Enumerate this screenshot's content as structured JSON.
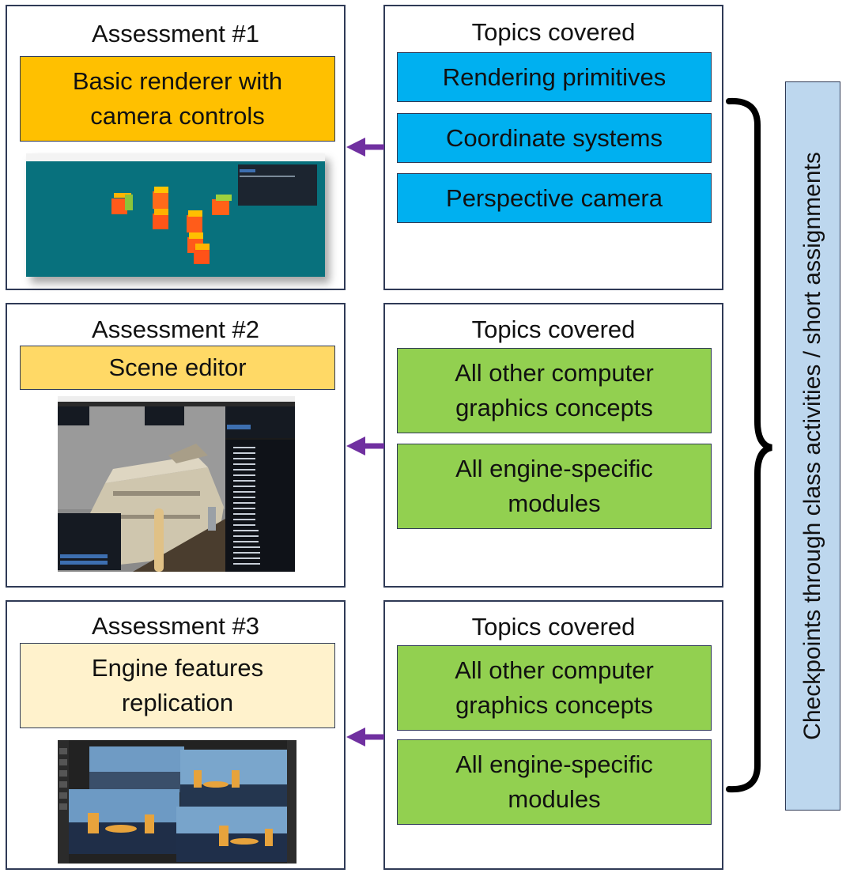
{
  "assessments": [
    {
      "title": "Assessment #1",
      "box_label_line1": "Basic renderer with",
      "box_label_line2": "camera controls",
      "box_color": "#ffc000",
      "screenshot_icon": "renderer-cubes-screenshot"
    },
    {
      "title": "Assessment #2",
      "box_label_line1": "Scene editor",
      "box_color": "#ffd966",
      "screenshot_icon": "scene-editor-screenshot"
    },
    {
      "title": "Assessment #3",
      "box_label_line1": "Engine features",
      "box_label_line2": "replication",
      "box_color": "#fff2cc",
      "screenshot_icon": "engine-features-screenshot"
    }
  ],
  "topics": [
    {
      "title": "Topics covered",
      "color": "#00b0f0",
      "items": [
        {
          "line1": "Rendering primitives"
        },
        {
          "line1": "Coordinate systems"
        },
        {
          "line1": "Perspective camera"
        }
      ]
    },
    {
      "title": "Topics covered",
      "color": "#92d050",
      "items": [
        {
          "line1": "All other computer",
          "line2": "graphics concepts"
        },
        {
          "line1": "All engine-specific",
          "line2": "modules"
        }
      ]
    },
    {
      "title": "Topics covered",
      "color": "#92d050",
      "items": [
        {
          "line1": "All other computer",
          "line2": "graphics concepts"
        },
        {
          "line1": "All engine-specific",
          "line2": "modules"
        }
      ]
    }
  ],
  "side_label": "Checkpoints through class activities / short assignments",
  "arrow_color": "#7030a0",
  "brace_icon": "right-curly-brace-icon"
}
